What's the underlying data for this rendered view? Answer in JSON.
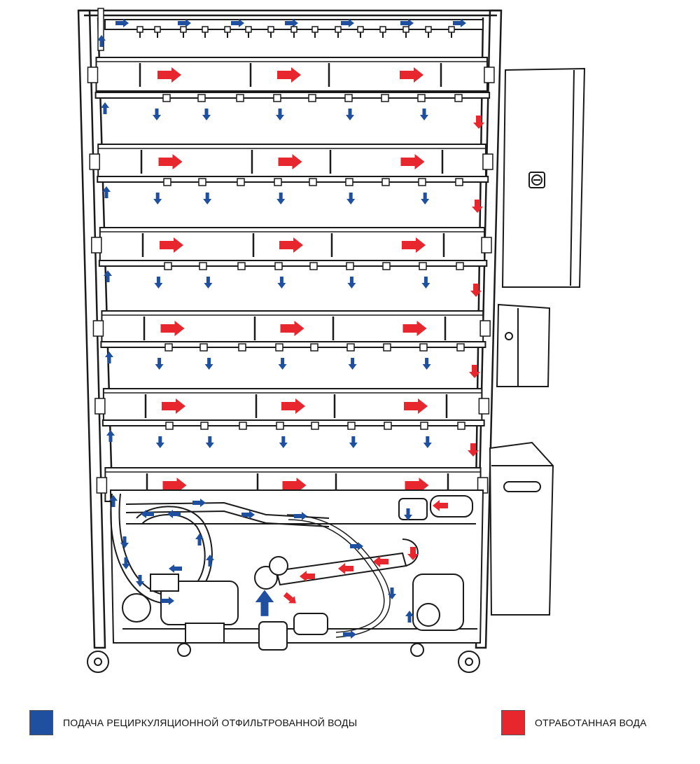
{
  "colors": {
    "supply": "#1f4f9f",
    "waste": "#e8262e",
    "line": "#1a1a1a",
    "panel": "#ffffff"
  },
  "diagram": {
    "description_icons": [
      "rack-frame",
      "tray",
      "supply-arrow",
      "waste-arrow",
      "pump",
      "control-box"
    ],
    "tray_levels": 6
  },
  "legend": {
    "supply_label": "ПОДАЧА РЕЦИРКУЛЯЦИОННОЙ ОТФИЛЬТРОВАННОЙ ВОДЫ",
    "waste_label": "ОТРАБОТАННАЯ ВОДА"
  }
}
